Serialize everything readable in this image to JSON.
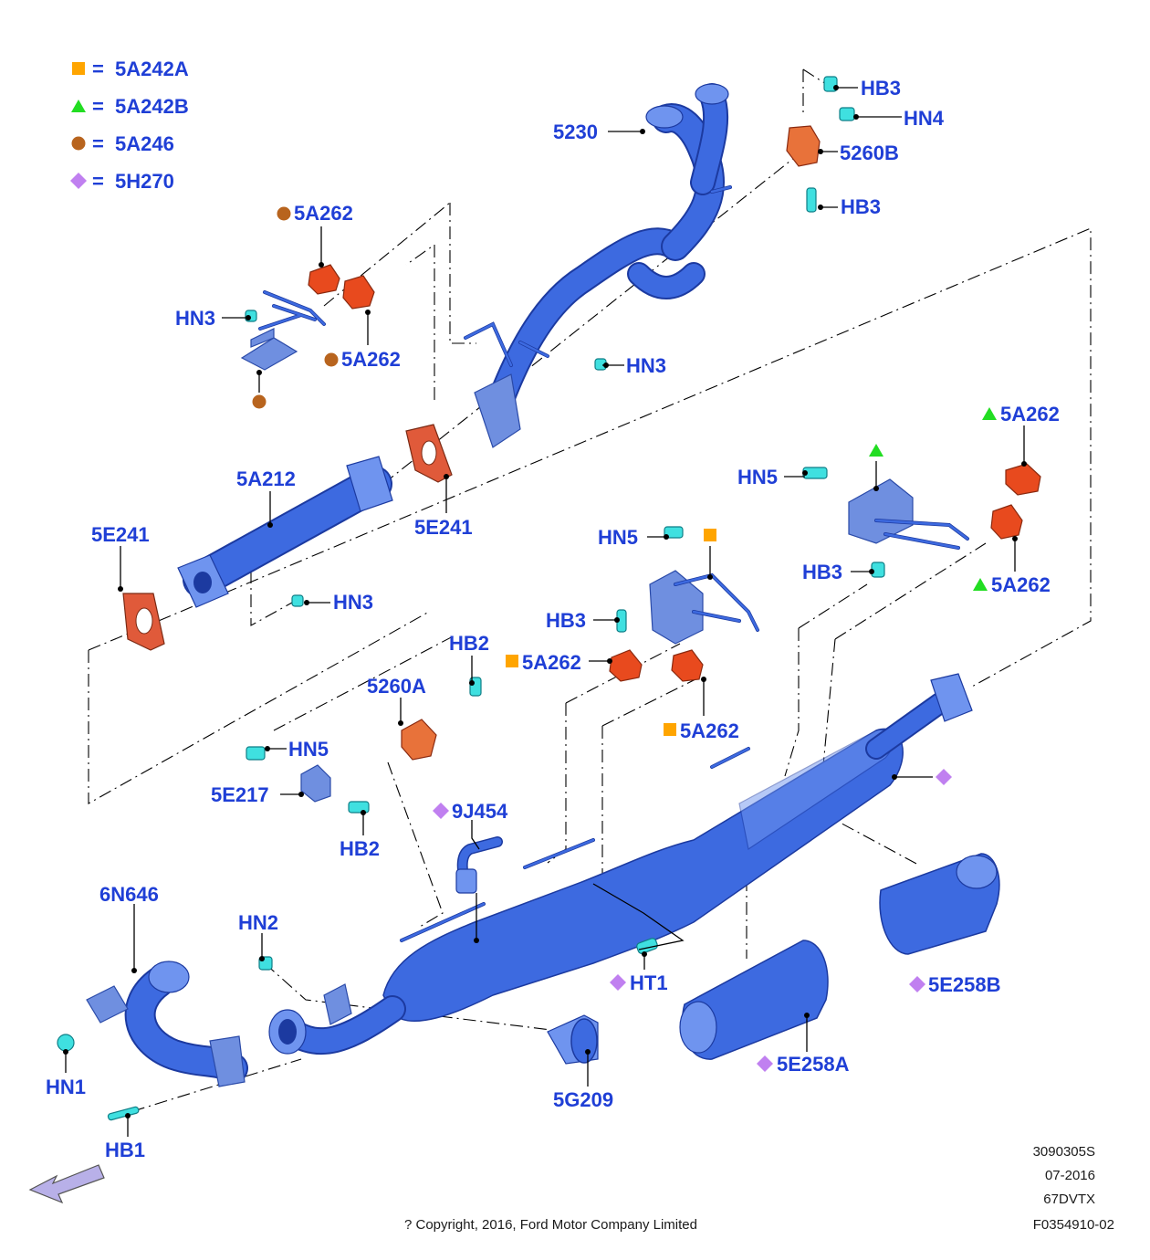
{
  "legend": [
    {
      "symbol": "square",
      "color": "#ffa500",
      "equals": "=",
      "code": "5A242A"
    },
    {
      "symbol": "triangle",
      "color": "#22dd22",
      "equals": "=",
      "code": "5A242B"
    },
    {
      "symbol": "circle",
      "color": "#b8641e",
      "equals": "=",
      "code": "5A246"
    },
    {
      "symbol": "diamond",
      "color": "#c080f0",
      "equals": "=",
      "code": "5H270"
    }
  ],
  "parts": [
    {
      "id": "p-5230",
      "text": "5230"
    },
    {
      "id": "p-hb3-top",
      "text": "HB3"
    },
    {
      "id": "p-hn4",
      "text": "HN4"
    },
    {
      "id": "p-5260b",
      "text": "5260B"
    },
    {
      "id": "p-hb3-top2",
      "text": "HB3"
    },
    {
      "id": "p-5a262-a",
      "text": "5A262"
    },
    {
      "id": "p-hn3-a",
      "text": "HN3"
    },
    {
      "id": "p-5a262-b",
      "text": "5A262"
    },
    {
      "id": "p-hn3-b",
      "text": "HN3"
    },
    {
      "id": "p-5a212",
      "text": "5A212"
    },
    {
      "id": "p-5e241-a",
      "text": "5E241"
    },
    {
      "id": "p-5e241-b",
      "text": "5E241"
    },
    {
      "id": "p-hn3-c",
      "text": "HN3"
    },
    {
      "id": "p-5a262-c",
      "text": "5A262"
    },
    {
      "id": "p-hn5-a",
      "text": "HN5"
    },
    {
      "id": "p-hb3-mid",
      "text": "HB3"
    },
    {
      "id": "p-5a262-d",
      "text": "5A262"
    },
    {
      "id": "p-hn5-b",
      "text": "HN5"
    },
    {
      "id": "p-hb3-mid2",
      "text": "HB3"
    },
    {
      "id": "p-hb2-a",
      "text": "HB2"
    },
    {
      "id": "p-5a262-e",
      "text": "5A262"
    },
    {
      "id": "p-5260a",
      "text": "5260A"
    },
    {
      "id": "p-5a262-f",
      "text": "5A262"
    },
    {
      "id": "p-hn5-c",
      "text": "HN5"
    },
    {
      "id": "p-5e217",
      "text": "5E217"
    },
    {
      "id": "p-hb2-b",
      "text": "HB2"
    },
    {
      "id": "p-9j454",
      "text": "9J454"
    },
    {
      "id": "p-6n646",
      "text": "6N646"
    },
    {
      "id": "p-hn2",
      "text": "HN2"
    },
    {
      "id": "p-ht1",
      "text": "HT1"
    },
    {
      "id": "p-5e258b",
      "text": "5E258B"
    },
    {
      "id": "p-hn1",
      "text": "HN1"
    },
    {
      "id": "p-5g209",
      "text": "5G209"
    },
    {
      "id": "p-5e258a",
      "text": "5E258A"
    },
    {
      "id": "p-hb1",
      "text": "HB1"
    }
  ],
  "footer": {
    "code1": "3090305S",
    "date": "07-2016",
    "model": "67DVTX",
    "figure": "F0354910-02",
    "copyright": "? Copyright, 2016, Ford Motor Company Limited"
  }
}
